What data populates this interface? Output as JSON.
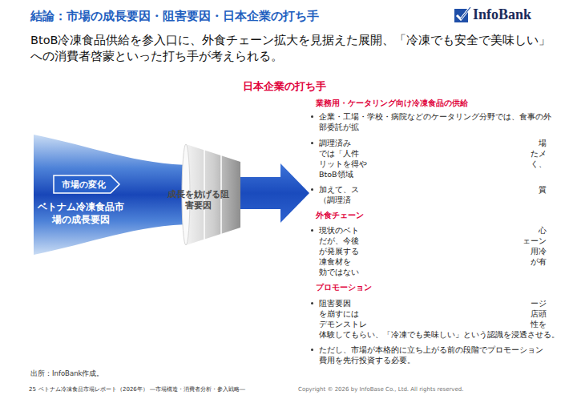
{
  "diagram": {
    "title": "結論：市場の成長要因・阻害要因・日本企業の打ち手",
    "nodes": [
      {
        "text": [
          "ベトナム冷凍食品市場の成長要因"
        ]
      },
      {
        "text": [
          "市場の変化"
        ],
        "in": 0
      },
      {
        "text": [
          "成長を妨げる阻害要因"
        ]
      }
    ],
    "labels": [
      "InfoBank",
      "BtoB冷凍食品供給を参入口に、外食チェーン拡大を見据えた展開、「冷凍でも安全で美味しい」への消費者啓蒙といった打ち手が考えられる。",
      "日本企業の打ち手",
      "業務用・ケータリング向け冷凍食品の供給",
      "企業・工場・学校・病院などのケータリング分野では、食事の外",
      "部委託が拡",
      "調理済み",
      "場",
      "では「人件",
      "たメ",
      "リットを得や",
      "く、",
      "BtoB領域",
      "加えて、ス",
      "質",
      "（調理済",
      "外食チェーン",
      "現状のベト",
      "心",
      "だが、今後",
      "ェーン",
      "が発展する",
      "用冷",
      "凍食材を",
      "が有",
      "効ではない",
      "プロモーション",
      "阻害要因",
      "ージ",
      "を崩すには",
      "店頭",
      "デモンストレ",
      "性を",
      "体験してもらい、「冷凍でも美味しい」という認識を浸透させる。",
      "ただし、市場が本格的に立ち上がる前の段階でプロモーション費用を先行投資する必要。",
      "出所：InfoBank作成。",
      "25",
      "ベトナム冷凍食品市場レポート（2026年） ―市場構造・消費者分析・参入戦略―",
      "Copyright © 2026 by InfoBase Co., Ltd. All rights reserved."
    ]
  }
}
